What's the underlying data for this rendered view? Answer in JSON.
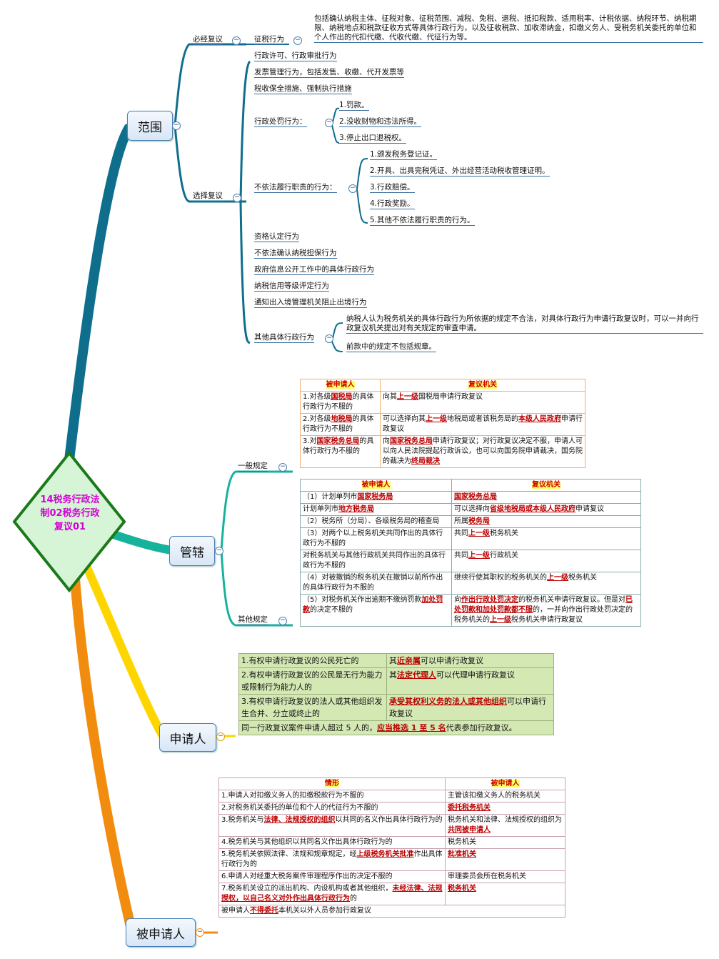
{
  "root": {
    "label": "14税务行政法制02税务行政复议01"
  },
  "branches": {
    "scope": "范围",
    "jurisdiction": "管辖",
    "applicant": "申请人",
    "respondent": "被申请人"
  },
  "scope": {
    "required_label": "必经复议",
    "tax_collection_label": "征税行为",
    "tax_collection_desc": "包括确认纳税主体、征税对象、征税范围、减税、免税、退税、抵扣税款、适用税率、计税依据、纳税环节、纳税期限、纳税地点和税款征收方式等具体行政行为，以及征收税款、加收滞纳金，扣缴义务人、受税务机关委托的单位和个人作出的代扣代缴、代收代缴、代征行为等。",
    "optional_label": "选择复议",
    "items": [
      "行政许可、行政审批行为",
      "发票管理行为，包括发售、收缴、代开发票等",
      "税收保全措施、强制执行措施"
    ],
    "penalty_label": "行政处罚行为：",
    "penalty_items": [
      "1.罚款。",
      "2.没收财物和违法所得。",
      "3.停止出口退税权。"
    ],
    "nonperform_label": "不依法履行职责的行为：",
    "nonperform_items": [
      "1.颁发税务登记证。",
      "2.开具、出具完税凭证、外出经营活动税收管理证明。",
      "3.行政赔偿。",
      "4.行政奖励。",
      "5.其他不依法履行职责的行为。"
    ],
    "items2": [
      "资格认定行为",
      "不依法确认纳税担保行为",
      "政府信息公开工作中的具体行政行为",
      "纳税信用等级评定行为",
      "通知出入境管理机关阻止出境行为"
    ],
    "other_label": "其他具体行政行为",
    "other_desc": "纳税人认为税务机关的具体行政行为所依据的规定不合法，对具体行政行为申请行政复议时，可以一并向行政复议机关提出对有关规定的审查申请。",
    "other_note": "前款中的规定不包括规章。"
  },
  "jurisdiction": {
    "general_label": "一般规定",
    "other_label": "其他规定",
    "general_table": {
      "headers": [
        "被申请人",
        "复议机关"
      ],
      "rows": [
        [
          "1.对各级",
          "国税局",
          "的具体行政行为不服的",
          "向其",
          "上一级",
          "国税局申请行政复议"
        ],
        [
          "2.对各级",
          "地税局",
          "的具体行政行为不服的",
          "可以选择向其",
          "上一级",
          "地税局或者该税务局的",
          "本级人民政府",
          "申请行政复议"
        ],
        [
          "3.对",
          "国家税务总局",
          "的具体行政行为不服的",
          "向",
          "国家税务总局",
          "申请行政复议；对行政复议决定不服，申请人可以向人民法院提起行政诉讼，也可以向国务院申请裁决，国务院的裁决为",
          "终局裁决"
        ]
      ]
    },
    "other_table": {
      "headers": [
        "被申请人",
        "复议机关"
      ],
      "r1": [
        "（1）计划单列市",
        "国家税务局",
        "国家税务总局"
      ],
      "r2": [
        "计划单列市",
        "地方税务局",
        "可以选择向",
        "省级地税局或本级人民政府",
        "申请复议"
      ],
      "r3": [
        "（2）税务所（分局）、各级税务局的稽查局",
        "所属",
        "税务局"
      ],
      "r4": [
        "（3）对两个以上税务机关共同作出的具体行政行为不服的",
        "共同",
        "上一级",
        "税务机关"
      ],
      "r5": [
        "对税务机关与其他行政机关共同作出的具体行政行为不服的",
        "共同",
        "上一级",
        "行政机关"
      ],
      "r6": [
        "（4）对被撤销的税务机关在撤销以前所作出的具体行政行为不服的",
        "继续行使其职权的税务机关的",
        "上一级",
        "税务机关"
      ],
      "r7": [
        "（5）对税务机关作出逾期不缴纳罚款",
        "加处罚款",
        "的决定不服的",
        "向",
        "作出行政处罚决定",
        "的税务机关申请行政复议。但是对",
        "已处罚款和加处罚款都不服",
        "的，一并向作出行政处罚决定的税务机关的",
        "上一级",
        "税务机关申请行政复议"
      ]
    }
  },
  "applicant": {
    "rows": [
      [
        "1.有权申请行政复议的公民死亡的",
        "其",
        "近亲属",
        "可以申请行政复议"
      ],
      [
        "2.有权申请行政复议的公民是无行为能力或限制行为能力人的",
        "其",
        "法定代理人",
        "可以代理申请行政复议"
      ],
      [
        "3.有权申请行政复议的法人或其他组织发生合并、分立或终止的",
        "承受其权利义务的法人或其他组织",
        "可以申请行政复议"
      ]
    ],
    "footer": [
      "同一行政复议案件申请人超过 5 人的，",
      "应当推选 1 至 5 名",
      "代表参加行政复议。"
    ]
  },
  "respondent": {
    "headers": [
      "情形",
      "被申请人"
    ],
    "rows": [
      [
        "1.申请人对扣缴义务人的扣缴税款行为不服的",
        "主管该扣缴义务人的税务机关"
      ],
      [
        "2.对税务机关委托的单位和个人的代征行为不服的",
        "委托税务机关"
      ],
      [
        "3.税务机关与",
        "法律、法规授权的组织",
        "以共同的名义作出具体行政行为的",
        "税务机关和法律、法规授权的组织为",
        "共同被申请人"
      ],
      [
        "4.税务机关与其他组织以共同名义作出具体行政行为的",
        "税务机关"
      ],
      [
        "5.税务机关依照法律、法规和规章规定，经",
        "上级税务机关批准",
        "作出具体行政行为的",
        "批准机关"
      ],
      [
        "6.申请人对经重大税务案件审理程序作出的决定不服的",
        "审理委员会所在税务机关"
      ],
      [
        "7.税务机关设立的派出机构、内设机构或者其他组织，",
        "未经法律、法规授权，以自己名义对外作出具体行政行为",
        "的",
        "税务机关"
      ]
    ],
    "footer": [
      "被申请人",
      "不得委托",
      "本机关以外人员参加行政复议"
    ]
  },
  "colors": {
    "teal": "#0e6e8c",
    "green_teal": "#17b29b",
    "yellow": "#ffd500",
    "orange": "#f28c0f",
    "diamond_border": "#1a7a1a"
  }
}
